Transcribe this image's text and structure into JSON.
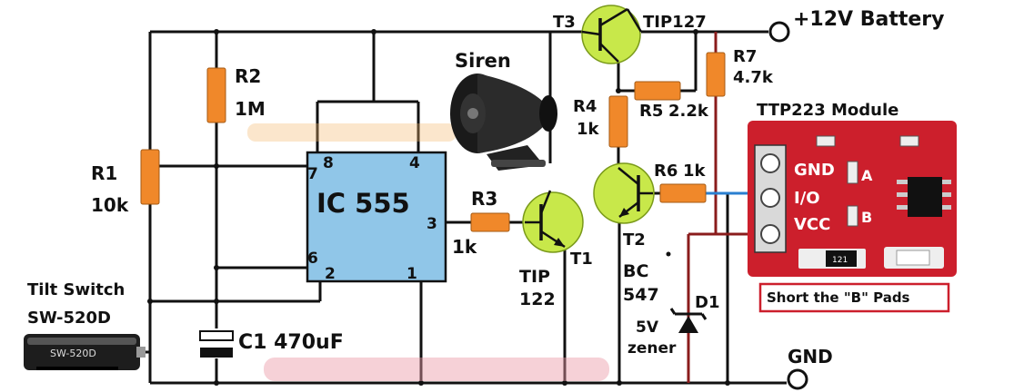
{
  "power": {
    "supply_label": "+12V Battery",
    "gnd_label": "GND"
  },
  "ic": {
    "name": "IC 555",
    "pins": {
      "p8": "8",
      "p4": "4",
      "p7": "7",
      "p3": "3",
      "p6": "6",
      "p2": "2",
      "p1": "1"
    }
  },
  "components": {
    "r1": {
      "ref": "R1",
      "value": "10k"
    },
    "r2": {
      "ref": "R2",
      "value": "1M"
    },
    "r3": {
      "ref": "R3",
      "value": "1k"
    },
    "r4": {
      "ref": "R4",
      "value": "1k"
    },
    "r5": {
      "ref": "R5",
      "value": "2.2k"
    },
    "r6": {
      "ref": "R6",
      "value": "1k"
    },
    "r7": {
      "ref": "R7",
      "value": "4.7k"
    },
    "c1": {
      "label": "C1 470uF"
    },
    "t1": {
      "ref": "T1",
      "part_line1": "TIP",
      "part_line2": "122"
    },
    "t2": {
      "ref": "T2",
      "part_line1": "BC",
      "part_line2": "547"
    },
    "t3": {
      "ref": "T3",
      "part": "TIP127"
    },
    "d1": {
      "ref": "D1",
      "desc_line1": "5V",
      "desc_line2": "zener"
    },
    "siren": {
      "label": "Siren"
    },
    "tilt": {
      "title": "Tilt Switch",
      "model": "SW-520D",
      "print": "SW-520D"
    }
  },
  "module": {
    "title": "TTP223 Module",
    "pins": [
      "GND",
      "I/O",
      "VCC"
    ],
    "pad_a": "A",
    "pad_b": "B",
    "chip_code": "121",
    "note": "Short the \"B\" Pads"
  },
  "colors": {
    "wire": "#111111",
    "resistor": "#f0882a",
    "transistor": "#c8e84a",
    "ic_fill": "#90c6e8",
    "module_red": "#cc1f2c",
    "wire_red": "#8a1c1c",
    "wire_blue": "#2a7fd0"
  }
}
